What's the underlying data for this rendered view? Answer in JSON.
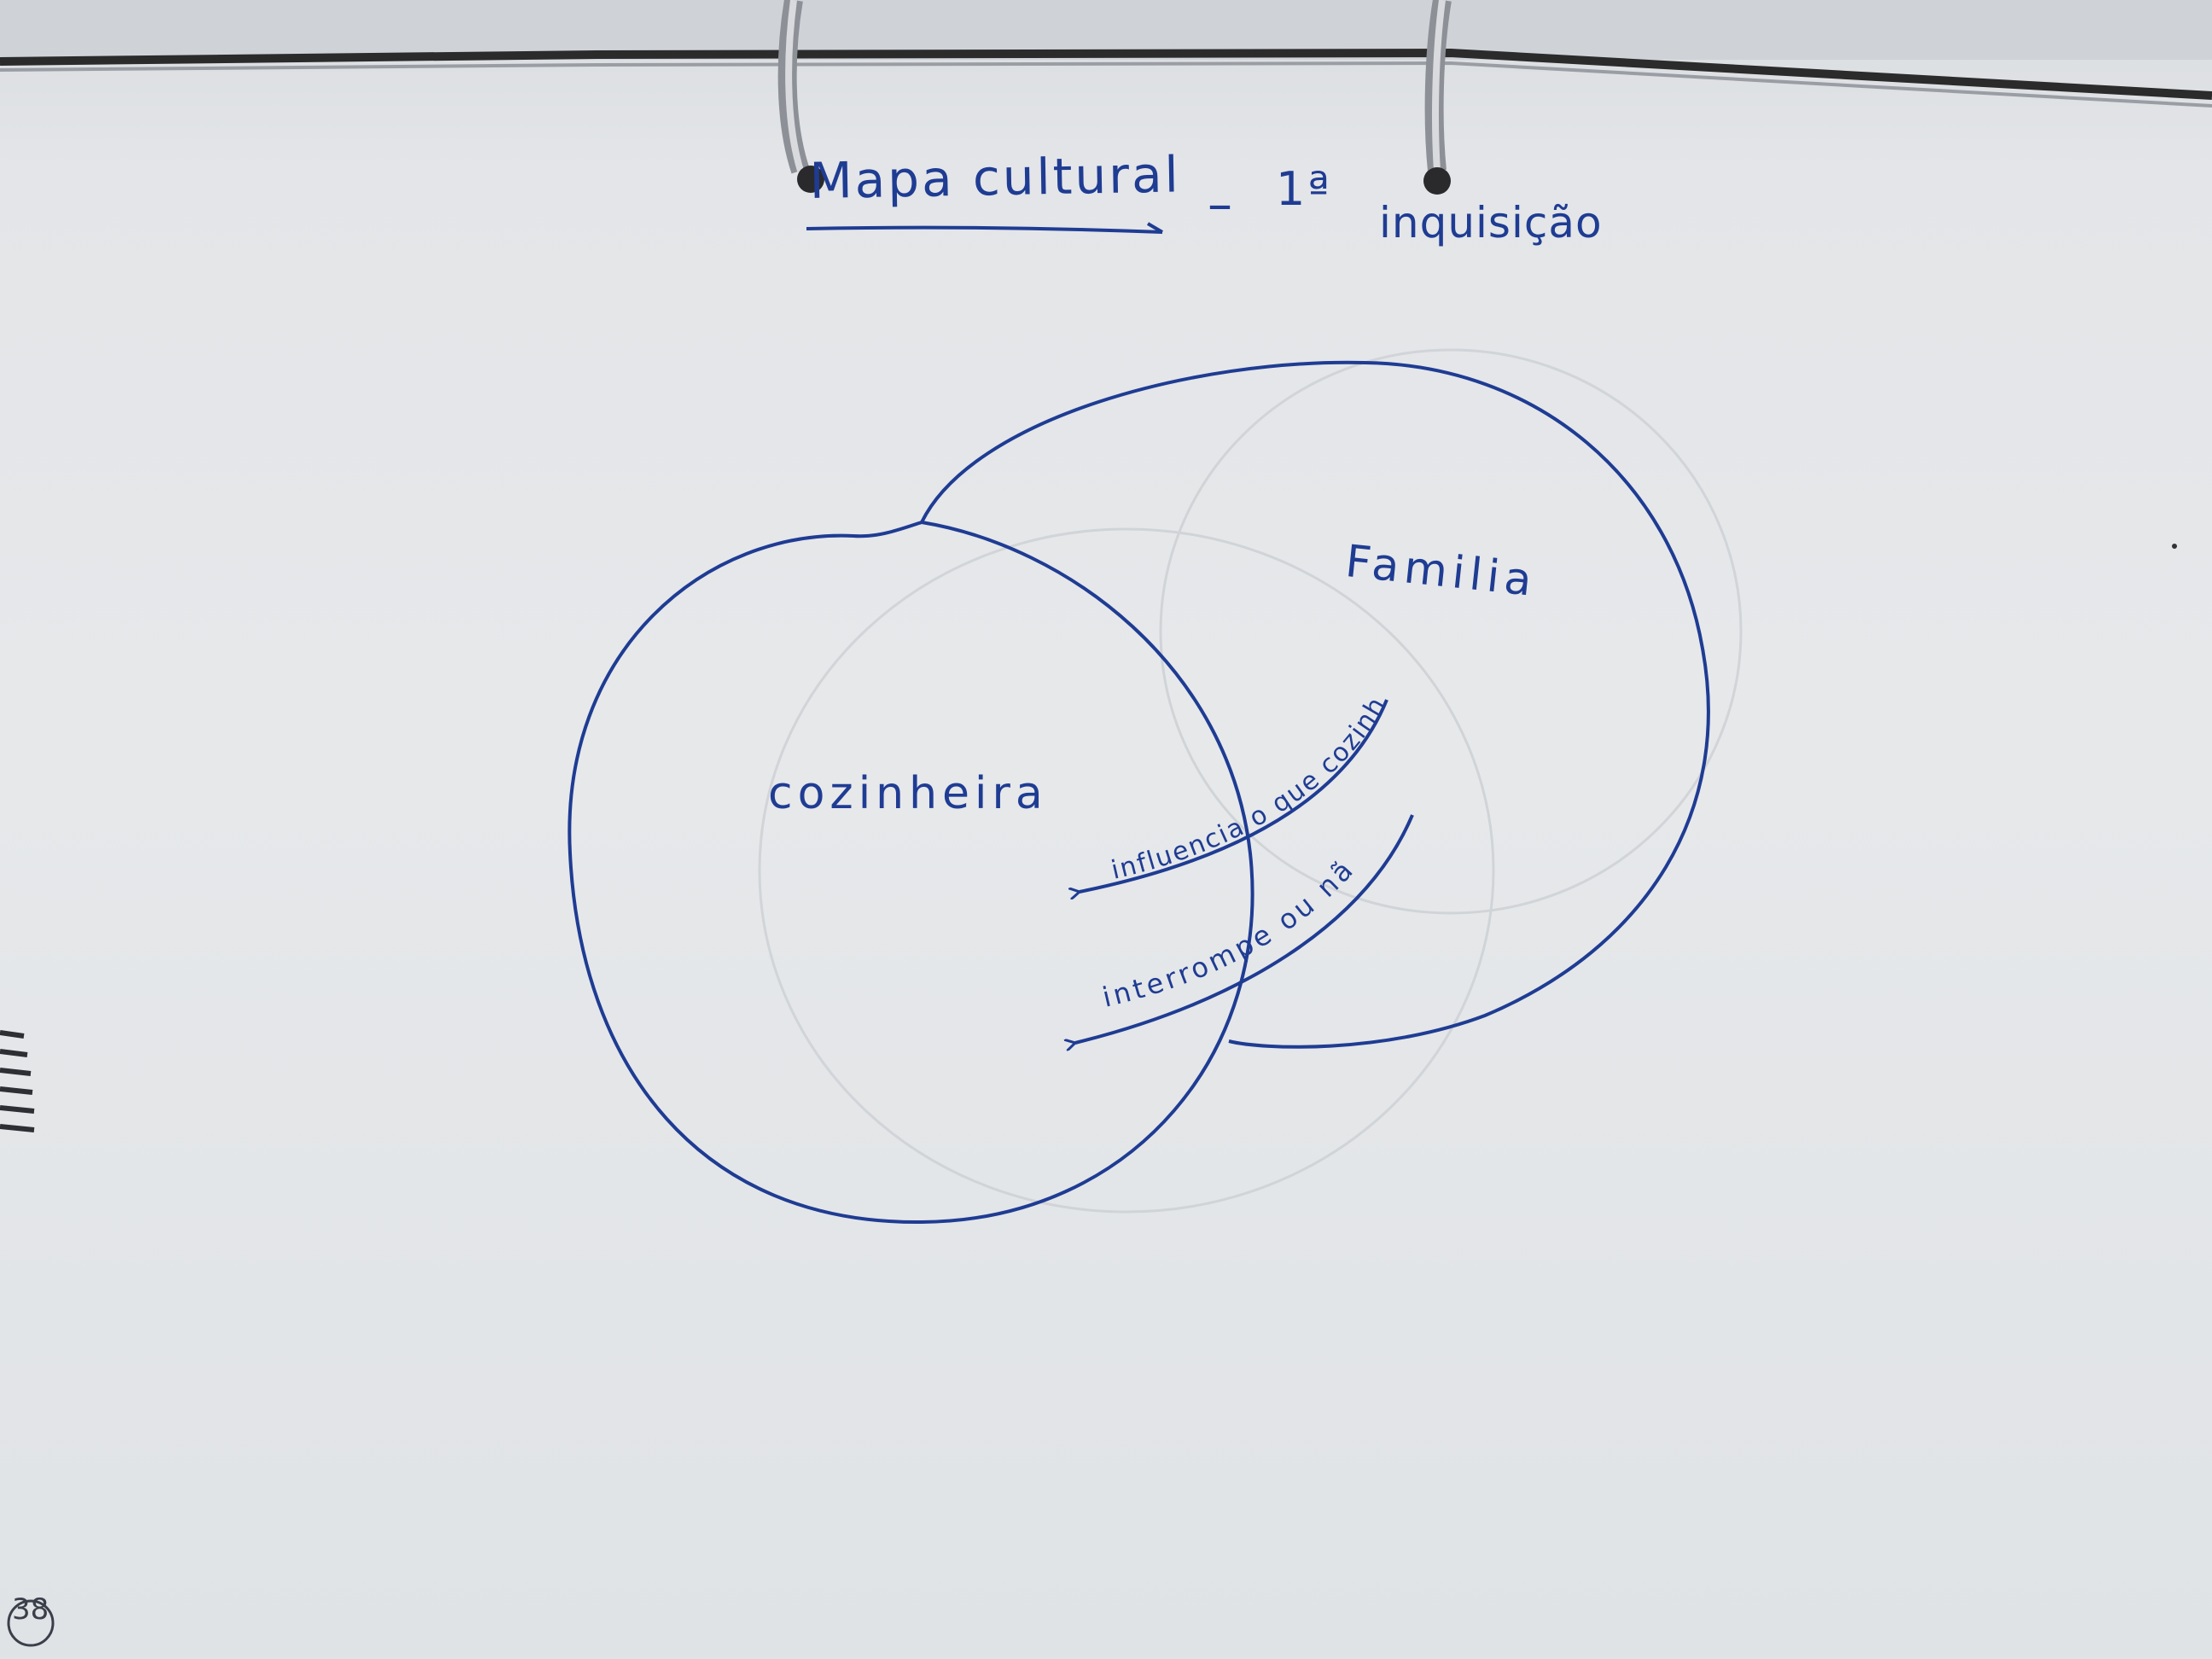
{
  "title": "Mapa cultural",
  "title_dash": "–",
  "title_ordinal": "1ª",
  "title_sub": "inquisição",
  "nodes": [
    {
      "id": "cozinheira",
      "label": "cozinheira"
    },
    {
      "id": "familia",
      "label": "Familia"
    }
  ],
  "edges": [
    {
      "from": "familia",
      "to": "cozinheira",
      "label": "influencia o que cozinha"
    },
    {
      "from": "familia",
      "to": "cozinheira",
      "label": "interrompe ou não"
    }
  ],
  "page_number": "38",
  "colors": {
    "ink": "#1f3c93",
    "paper": "#e6e8ea",
    "binder_ring": "#b9bcc1"
  }
}
